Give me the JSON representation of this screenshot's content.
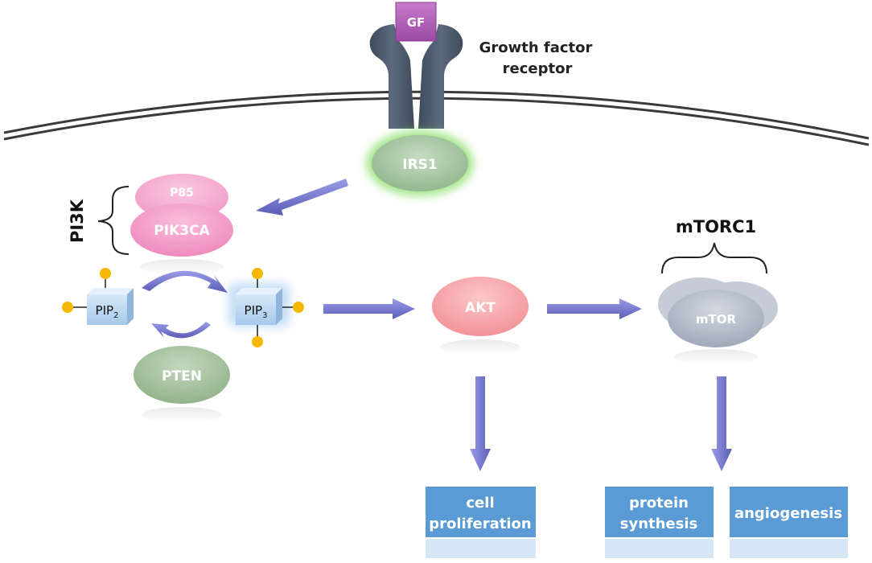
{
  "membrane": {
    "gf_label": "GF",
    "receptor_label_line1": "Growth factor",
    "receptor_label_line2": "receptor"
  },
  "nodes": {
    "irs1": "IRS1",
    "p85": "P85",
    "pik3ca": "PIK3CA",
    "pi3k_group": "PI3K",
    "pip2_base": "PIP",
    "pip2_sub": "2",
    "pip3_base": "PIP",
    "pip3_sub": "3",
    "pten": "PTEN",
    "akt": "AKT",
    "mtorc1_group": "mTORC1",
    "mtor": "mTOR"
  },
  "outcomes": {
    "cell_proliferation_line1": "cell",
    "cell_proliferation_line2": "proliferation",
    "protein_synthesis_line1": "protein",
    "protein_synthesis_line2": "synthesis",
    "angiogenesis": "angiogenesis"
  },
  "colors": {
    "gf": "#b05eb5",
    "receptor": "#4e5b6e",
    "irs1": "#a8c9a4",
    "irs1_glow": "#7fdc5a",
    "pi3k": "#f49ac8",
    "pip_box": "#bcd8f0",
    "phosphate": "#f5b800",
    "pten": "#9fbf97",
    "akt": "#f7a9ad",
    "mtor": "#b3bcc9",
    "arrow": "#6d6fc8",
    "outcome_box": "#5a9bd5"
  }
}
